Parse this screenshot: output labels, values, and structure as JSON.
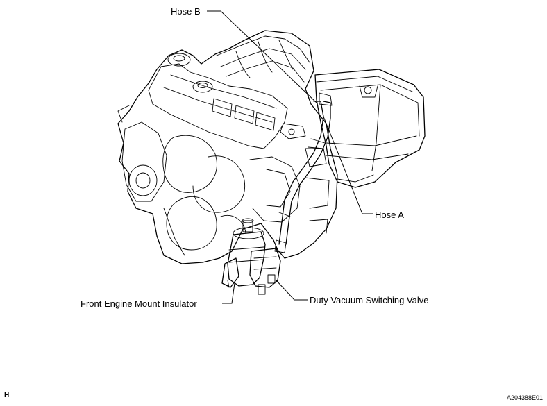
{
  "labels": {
    "hose_b": "Hose B",
    "hose_a": "Hose A",
    "front_engine_mount_insulator": "Front Engine Mount Insulator",
    "duty_vacuum_switching_valve": "Duty Vacuum Switching Valve"
  },
  "corner": {
    "section_letter": "H",
    "figure_code": "A204388E01"
  }
}
